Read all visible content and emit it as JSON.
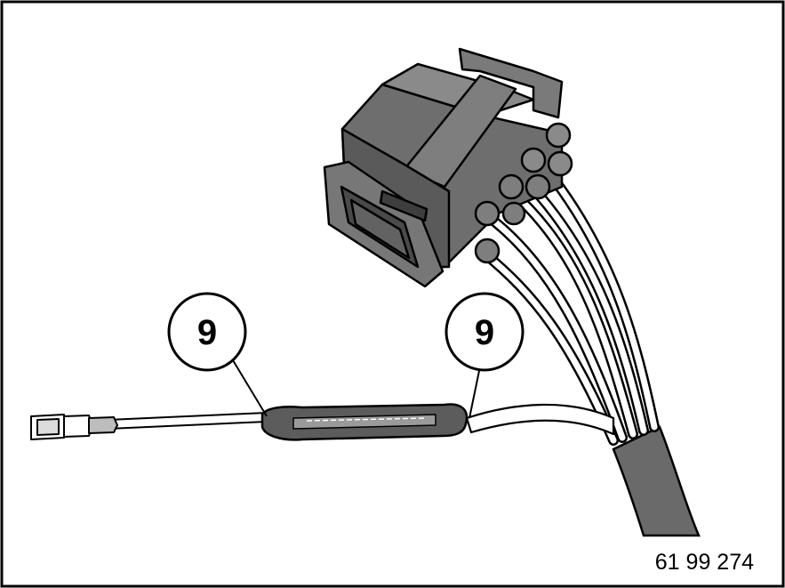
{
  "figure": {
    "figure_number": "61 99 274",
    "callouts": [
      {
        "label": "9",
        "target": "heat-shrink-sleeve-left-end"
      },
      {
        "label": "9",
        "target": "heat-shrink-sleeve-right-end"
      }
    ],
    "colors": {
      "line": "#000000",
      "connector_dark": "#5a5a5a",
      "connector_mid": "#6e6e6e",
      "connector_light": "#8a8a8a",
      "sheath": "#6a6a6a",
      "wire_fill": "#ffffff",
      "background": "#ffffff"
    }
  }
}
